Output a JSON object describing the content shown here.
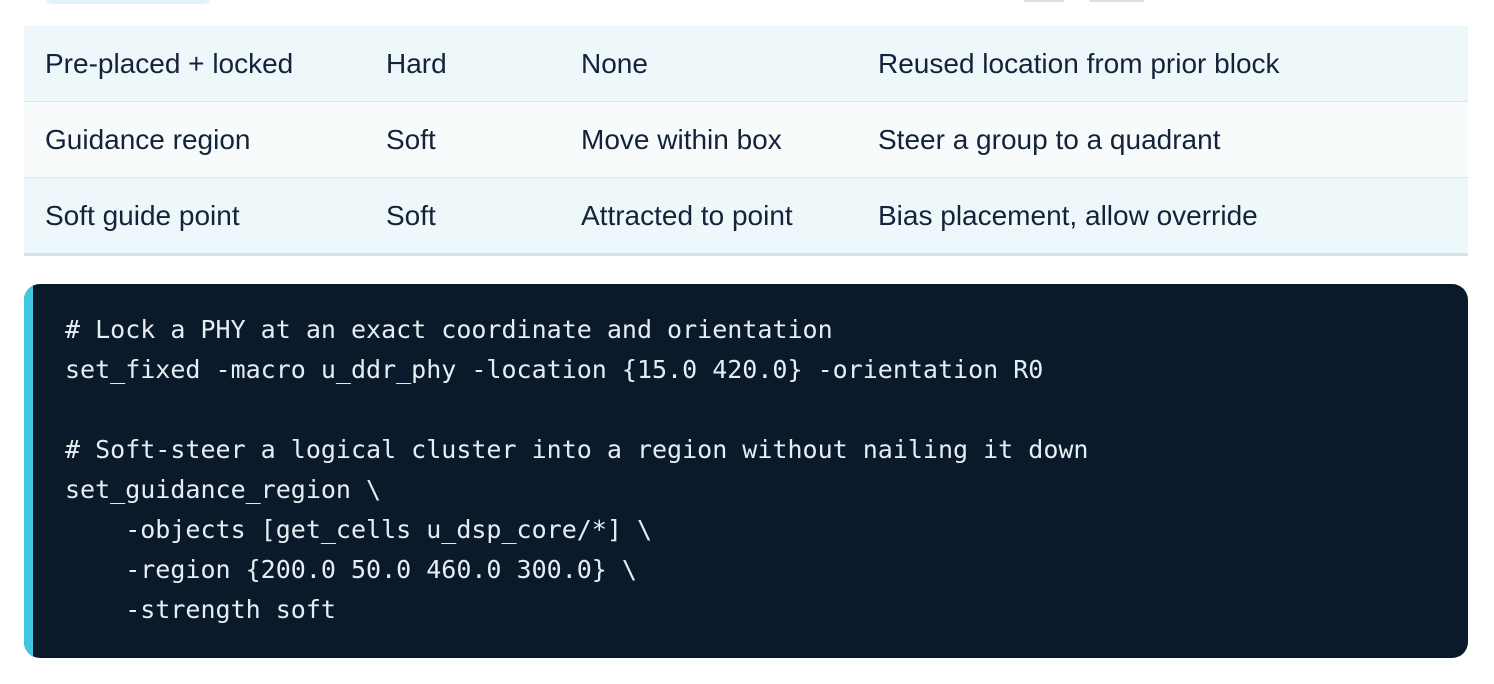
{
  "table": {
    "rows": [
      {
        "type": "Pre-placed + locked",
        "strength": "Hard",
        "freedom": "None",
        "use": "Reused location from prior block"
      },
      {
        "type": "Guidance region",
        "strength": "Soft",
        "freedom": "Move within box",
        "use": "Steer a group to a quadrant"
      },
      {
        "type": "Soft guide point",
        "strength": "Soft",
        "freedom": "Attracted to point",
        "use": "Bias placement, allow override"
      }
    ]
  },
  "code": {
    "lines": [
      "# Lock a PHY at an exact coordinate and orientation",
      "set_fixed -macro u_ddr_phy -location {15.0 420.0} -orientation R0",
      "",
      "# Soft-steer a logical cluster into a region without nailing it down",
      "set_guidance_region \\",
      "    -objects [get_cells u_dsp_core/*] \\",
      "    -region {200.0 50.0 460.0 300.0} \\",
      "    -strength soft"
    ]
  },
  "colors": {
    "code_background": "#0b1a2b",
    "code_accent": "#3fc7e2",
    "row_shade": "#eef7fa"
  }
}
